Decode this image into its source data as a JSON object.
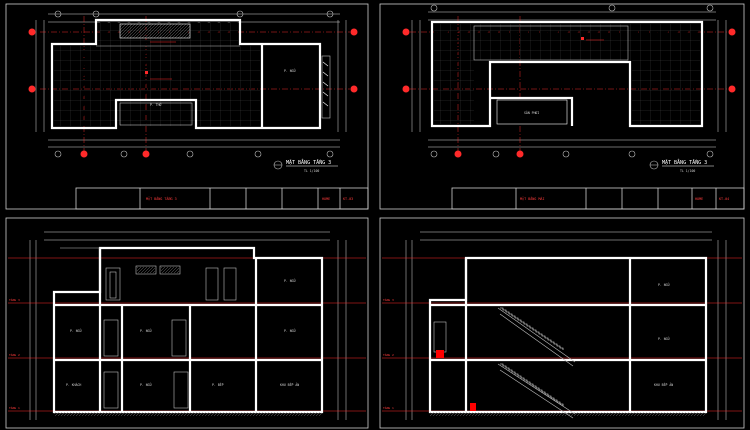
{
  "drawings": [
    {
      "id": "plan-floor-3",
      "title": "MẶT BẰNG TẦNG 3",
      "scale": "TL 1/100",
      "title_block": {
        "sheet_name": "MẶT BẰNG TẦNG 3",
        "project": "HOME",
        "sheet_no": "KT-03"
      },
      "room_labels": [
        "P. NGỦ",
        "P. THỜ"
      ]
    },
    {
      "id": "plan-roof",
      "title": "MẶT BẰNG TẦNG 3",
      "scale": "TL 1/100",
      "title_block": {
        "sheet_name": "MẶT BẰNG MÁI",
        "project": "HOME",
        "sheet_no": "KT-04"
      },
      "room_labels": [
        "SÂN PHƠI"
      ]
    },
    {
      "id": "section-a",
      "level_labels": [
        "TẦNG 3",
        "TẦNG 2",
        "TẦNG 1"
      ],
      "room_labels": [
        "P. NGỦ",
        "P. NGỦ",
        "P. NGỦ",
        "P. NGỦ",
        "P. KHÁCH",
        "P. NGỦ",
        "P. BẾP",
        "KHU BẾP ĂN"
      ]
    },
    {
      "id": "section-b",
      "level_labels": [
        "TẦNG 3",
        "TẦNG 2",
        "TẦNG 1"
      ],
      "room_labels": [
        "P. NGỦ",
        "P. NGỦ",
        "KHU BẾP ĂN"
      ]
    }
  ],
  "colors": {
    "background": "#000000",
    "walls": "#ffffff",
    "axis": "#ff2a2a",
    "hatch": "#5a5a5a",
    "accent": "#ff0000"
  }
}
